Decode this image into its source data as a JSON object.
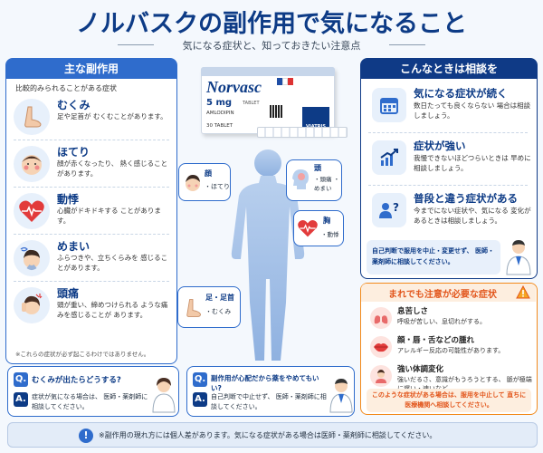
{
  "header": {
    "title": "ノルバスクの副作用で気になること",
    "subtitle": "気になる症状と、知っておきたい注意点"
  },
  "left": {
    "heading": "主な副作用",
    "intro": "比較的みられることがある症状",
    "items": [
      {
        "title": "むくみ",
        "desc": "足や足首が むくむことがあります。",
        "icon": "foot-icon"
      },
      {
        "title": "ほてり",
        "desc": "顔が赤くなったり、 熱く感じることがあります。",
        "icon": "flushed-face-icon"
      },
      {
        "title": "動悸",
        "desc": "心臓がドキドキする ことがあります。",
        "icon": "heart-pulse-icon"
      },
      {
        "title": "めまい",
        "desc": "ふらつきや、立ちくらみを 感じることがあります。",
        "icon": "dizzy-person-icon"
      },
      {
        "title": "頭痛",
        "desc": "頭が重い、締めつけられる ような痛みを感じることが あります。",
        "icon": "headache-person-icon"
      }
    ],
    "note": "※これらの症状が必ず起こるわけではありません。"
  },
  "product": {
    "brand": "Norvasc",
    "strength": "5 mg",
    "generic": "AMLODIPIN",
    "form": "TABLET",
    "count": "30 TABLET",
    "maker": "VIATRIS"
  },
  "body_callouts": {
    "face": {
      "title": "顔",
      "items": "・ほてり"
    },
    "head": {
      "title": "頭",
      "items": "・頭痛 ・めまい"
    },
    "chest": {
      "title": "胸",
      "items": "・動悸"
    },
    "foot": {
      "title": "足・足首",
      "items": "・むくみ"
    }
  },
  "right": {
    "heading": "こんなときは相談を",
    "items": [
      {
        "title": "気になる症状が続く",
        "desc": "数日たっても良くならない 場合は相談しましょう。",
        "icon": "calendar-icon"
      },
      {
        "title": "症状が強い",
        "desc": "我慢できないほどつらいときは 早めに相談しましょう。",
        "icon": "rising-chart-icon"
      },
      {
        "title": "普段と違う症状がある",
        "desc": "今までにない症状や、気になる 変化があるときは相談しましょう。",
        "icon": "person-question-icon"
      }
    ],
    "advice": "自己判断で服用を中止・変更せず、 医師・薬剤師に相談してください。"
  },
  "warning": {
    "heading": "まれでも注意が必要な症状",
    "items": [
      {
        "title": "息苦しさ",
        "desc": "呼吸が苦しい、息切れがする。",
        "icon": "lungs-icon"
      },
      {
        "title": "顔・唇・舌などの腫れ",
        "desc": "アレルギー反応の可能性があります。",
        "icon": "lips-icon"
      },
      {
        "title": "強い体調変化",
        "desc": "強いだるさ、意識がもうろうとする、 脈が極端に遅い・速いなど。",
        "icon": "fatigued-person-icon"
      }
    ],
    "footer": "このような症状がある場合は、服用を中止して 直ちに医療機関へ相談してください。"
  },
  "qa": [
    {
      "q_badge": "Q.",
      "question": "むくみが出たらどうする?",
      "a_badge": "A.",
      "answer": "症状が気になる場合は、 医師・薬剤師に相談してください。"
    },
    {
      "q_badge": "Q.",
      "question": "副作用が心配だから薬をやめてもいい?",
      "a_badge": "A.",
      "answer": "自己判断で中止せず、 医師・薬剤師に相談してください。"
    }
  ],
  "footer_note": "※副作用の現れ方には個人差があります。気になる症状がある場合は医師・薬剤師に相談してください。",
  "colors": {
    "navy": "#0d3b86",
    "blue": "#2f6ccc",
    "orange": "#f28a1c",
    "red": "#e23b3b"
  }
}
